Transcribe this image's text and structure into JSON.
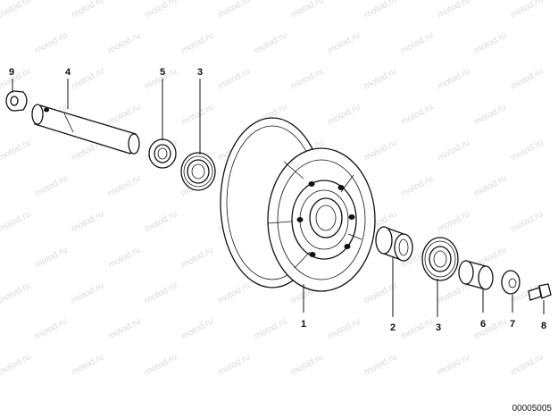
{
  "watermark_text": "motod.ru",
  "document_id": "00005005",
  "callouts": [
    {
      "id": "c9",
      "label": "9"
    },
    {
      "id": "c4",
      "label": "4"
    },
    {
      "id": "c5",
      "label": "5"
    },
    {
      "id": "c3a",
      "label": "3"
    },
    {
      "id": "c1",
      "label": "1"
    },
    {
      "id": "c2",
      "label": "2"
    },
    {
      "id": "c3b",
      "label": "3"
    },
    {
      "id": "c6",
      "label": "6"
    },
    {
      "id": "c7",
      "label": "7"
    },
    {
      "id": "c8",
      "label": "8"
    }
  ]
}
